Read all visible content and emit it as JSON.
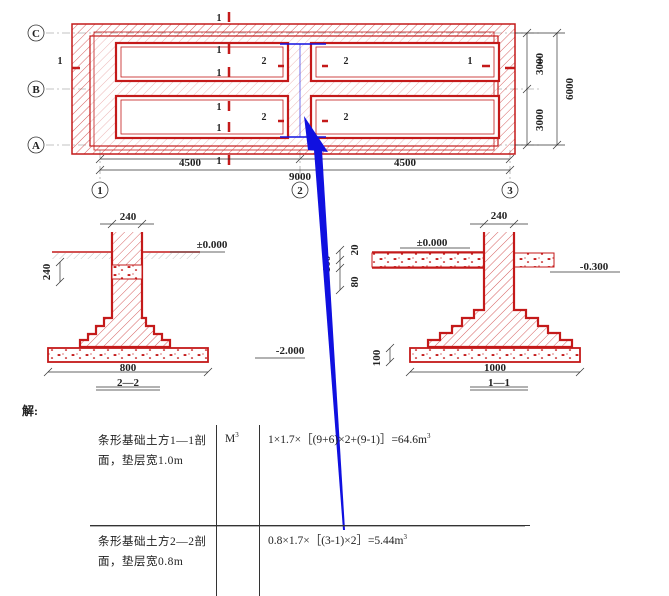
{
  "plan": {
    "axes_rows": [
      "C",
      "B",
      "A"
    ],
    "axes_cols": [
      "1",
      "2",
      "3"
    ],
    "dim_bays": [
      "4500",
      "4500"
    ],
    "dim_total": "9000",
    "dim_right_parts": [
      "3000",
      "3000"
    ],
    "dim_right_total": "6000",
    "wall_marks": {
      "one": "1",
      "two": "2"
    }
  },
  "section22": {
    "title": "2—2",
    "top_width": "240",
    "base_width": "800",
    "ground_level": "±0.000",
    "depth_level": "-2.000",
    "left_dim": "240"
  },
  "section11": {
    "title": "1—1",
    "top_width": "240",
    "base_width": "1000",
    "ground_level": "±0.000",
    "outside_level": "-0.300",
    "dim_a": "20",
    "dim_b": "100",
    "dim_c": "80",
    "dim_d": "100"
  },
  "solution_label": "解:",
  "calc_table": [
    {
      "item": "条形基础土方1—1剖面，垫层宽1.0m",
      "unit": "M",
      "unit_sup": "3",
      "expr": "1×1.7×［(9+6)×2+(9-1)］=64.6m",
      "expr_sup": "3"
    },
    {
      "item": "条形基础土方2—2剖面，垫层宽0.8m",
      "unit": "",
      "unit_sup": "",
      "expr": "0.8×1.7×［(3-1)×2］=5.44m",
      "expr_sup": "3"
    }
  ],
  "colors": {
    "wall": "#c41a1a",
    "arrow": "#1010e0",
    "line": "#333333"
  }
}
